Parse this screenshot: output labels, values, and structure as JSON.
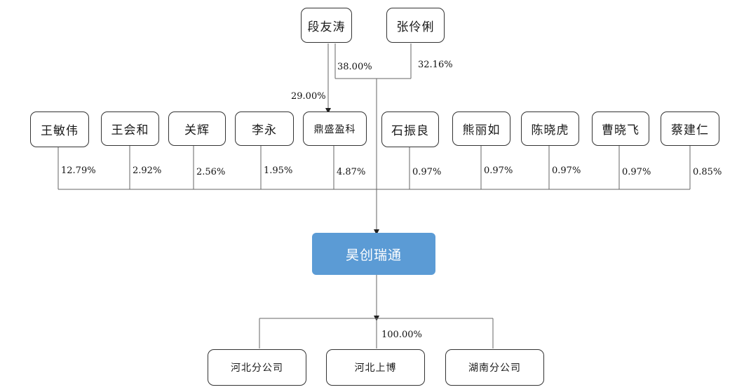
{
  "top_holders": {
    "duan": "段友涛",
    "zhang": "张伶俐"
  },
  "shareholders": [
    {
      "name": "王敏伟",
      "pct": "12.79%"
    },
    {
      "name": "王会和",
      "pct": "2.92%"
    },
    {
      "name": "关辉",
      "pct": "2.56%"
    },
    {
      "name": "李永",
      "pct": "1.95%"
    },
    {
      "name": "鼎盛盈科",
      "pct": "4.87%"
    },
    {
      "name": "石振良",
      "pct": "0.97%"
    },
    {
      "name": "熊丽如",
      "pct": "0.97%"
    },
    {
      "name": "陈晓虎",
      "pct": "0.97%"
    },
    {
      "name": "曹晓飞",
      "pct": "0.97%"
    },
    {
      "name": "蔡建仁",
      "pct": "0.85%"
    }
  ],
  "top_pcts": {
    "duan_to_company": "38.00%",
    "zhang_to_company": "32.16%",
    "duan_to_dingsheng": "29.00%"
  },
  "company": "昊创瑞通",
  "subsidiary_pct": "100.00%",
  "subsidiaries": [
    "河北分公司",
    "河北上博",
    "湖南分公司"
  ],
  "colors": {
    "company_fill": "#5b9bd5",
    "line": "#444444"
  }
}
